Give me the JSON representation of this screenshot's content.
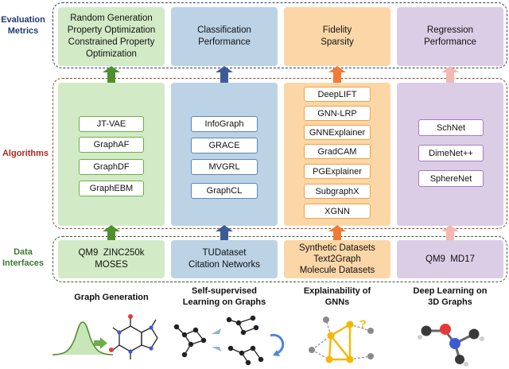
{
  "colors": {
    "eval_border": "#2d3e73",
    "algo_border": "#8c4a2b",
    "data_border": "#3d5c33",
    "eval_label": "#1f3b73",
    "algo_label": "#b0281c",
    "data_label": "#3e7a32",
    "green_fill": "#d2ebc6",
    "green_border": "#6fae4a",
    "green_arrow": "#4f8f2f",
    "blue_fill": "#bcd3e6",
    "blue_border": "#5b86b4",
    "blue_arrow": "#3e5c94",
    "orange_fill": "#fbd7a8",
    "orange_border": "#f5a03c",
    "orange_arrow": "#f27b34",
    "purple_fill": "#dccde6",
    "purple_border": "#a27bc5",
    "pink_arrow": "#f4b7b1"
  },
  "labels": {
    "evaluation": [
      "Evaluation",
      "Metrics"
    ],
    "algorithms": "Algorithms",
    "data": [
      "Data",
      "Interfaces"
    ]
  },
  "columns": [
    {
      "id": "graph-generation",
      "eval_lines": [
        "Random Generation",
        "Property Optimization",
        "Constrained Property",
        "Optimization"
      ],
      "algorithms": [
        "JT-VAE",
        "GraphAF",
        "GraphDF",
        "GraphEBM"
      ],
      "data_lines": [
        "QM9  ZINC250k",
        "MOSES"
      ],
      "title_lines": [
        "Graph Generation"
      ]
    },
    {
      "id": "self-supervised",
      "eval_lines": [
        "Classification",
        "Performance"
      ],
      "algorithms": [
        "InfoGraph",
        "GRACE",
        "MVGRL",
        "GraphCL"
      ],
      "data_lines": [
        "TUDataset",
        "Citation Networks"
      ],
      "title_lines": [
        "Self-supervised",
        "Learning on Graphs"
      ]
    },
    {
      "id": "explainability",
      "eval_lines": [
        "Fidelity",
        "Sparsity"
      ],
      "algorithms": [
        "DeepLIFT",
        "GNN-LRP",
        "GNNExplainer",
        "GradCAM",
        "PGExplainer",
        "SubgraphX",
        "XGNN"
      ],
      "data_lines": [
        "Synthetic Datasets",
        "Text2Graph",
        "Molecule Datasets"
      ],
      "title_lines": [
        "Explainability of",
        "GNNs"
      ]
    },
    {
      "id": "3d-graphs",
      "eval_lines": [
        "Regression",
        "Performance"
      ],
      "algorithms": [
        "SchNet",
        "DimeNet++",
        "SphereNet"
      ],
      "data_lines": [
        "QM9  MD17"
      ],
      "title_lines": [
        "Deep Learning on",
        "3D Graphs"
      ]
    }
  ],
  "explainability_question_mark": "?"
}
